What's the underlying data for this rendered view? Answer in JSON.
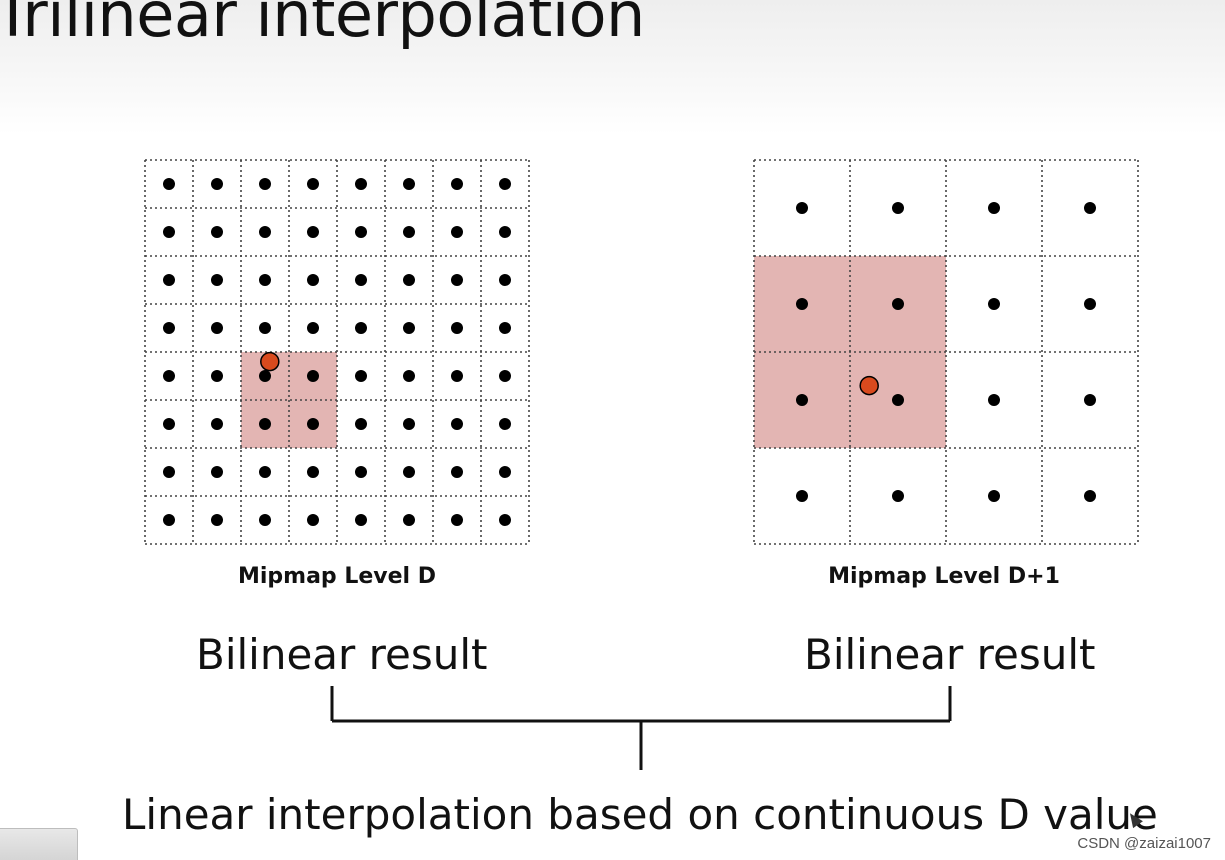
{
  "slide": {
    "title": "Trilinear interpolation",
    "bottom_text": "Linear interpolation based on continuous D value",
    "watermark": "CSDN @zaizai1007"
  },
  "grids": [
    {
      "label": "Mipmap Level D",
      "cells": 8,
      "highlight": {
        "col": 2,
        "row": 4,
        "cols": 2,
        "rows": 2
      },
      "sample_point": {
        "col": 2.6,
        "row": 4.2
      },
      "result_label": "Bilinear result"
    },
    {
      "label": "Mipmap Level D+1",
      "cells": 4,
      "highlight": {
        "col": 0,
        "row": 1,
        "cols": 2,
        "rows": 2
      },
      "sample_point": {
        "col": 1.2,
        "row": 2.35
      },
      "result_label": "Bilinear result"
    }
  ],
  "colors": {
    "highlight": "#e3b5b3",
    "sample_point": "#d94a1e",
    "grid_line": "#444444",
    "text": "#111111"
  }
}
